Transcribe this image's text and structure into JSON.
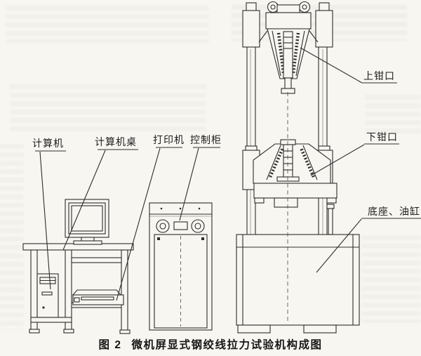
{
  "figure": {
    "caption_prefix": "图 2",
    "caption_title": "微机屏显式钢绞线拉力试验机构成图"
  },
  "callouts": {
    "computer": "计算机",
    "computer_desk": "计算机桌",
    "printer": "打印机",
    "control_cabinet": "控制柜",
    "upper_grip": "上钳口",
    "lower_grip": "下钳口",
    "base_oil_cylinder": "底座、油缸"
  },
  "colors": {
    "ink": "#2d2d2d",
    "paper": "#f7f6f1"
  }
}
